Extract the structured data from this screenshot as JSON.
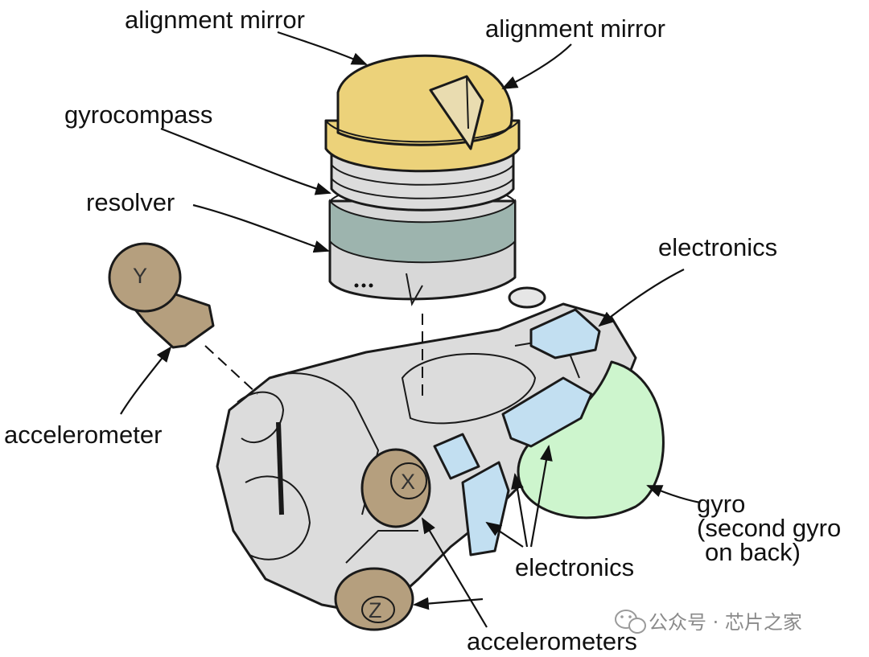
{
  "labels": {
    "alignment_mirror_left": "alignment mirror",
    "alignment_mirror_right": "alignment mirror",
    "gyrocompass": "gyrocompass",
    "resolver": "resolver",
    "electronics_top": "electronics",
    "accelerometer": "accelerometer",
    "gyro_line1": "gyro",
    "gyro_line2": "(second gyro",
    "gyro_line3": "on back)",
    "electronics_bottom": "electronics",
    "accelerometers": "accelerometers"
  },
  "axis_marks": {
    "x": "X",
    "y": "Y",
    "z": "Z"
  },
  "watermark": "公众号 · 芯片之家",
  "colors": {
    "mirror_yellow": "#ecd27a",
    "resolver_teal": "#9db4ae",
    "body_gray": "#dcdcdc",
    "accelerometer_tan": "#b59f7e",
    "electronics_blue": "#c2dff1",
    "gyro_green": "#cdf5cd"
  },
  "icons": [
    "wechat-icon"
  ]
}
